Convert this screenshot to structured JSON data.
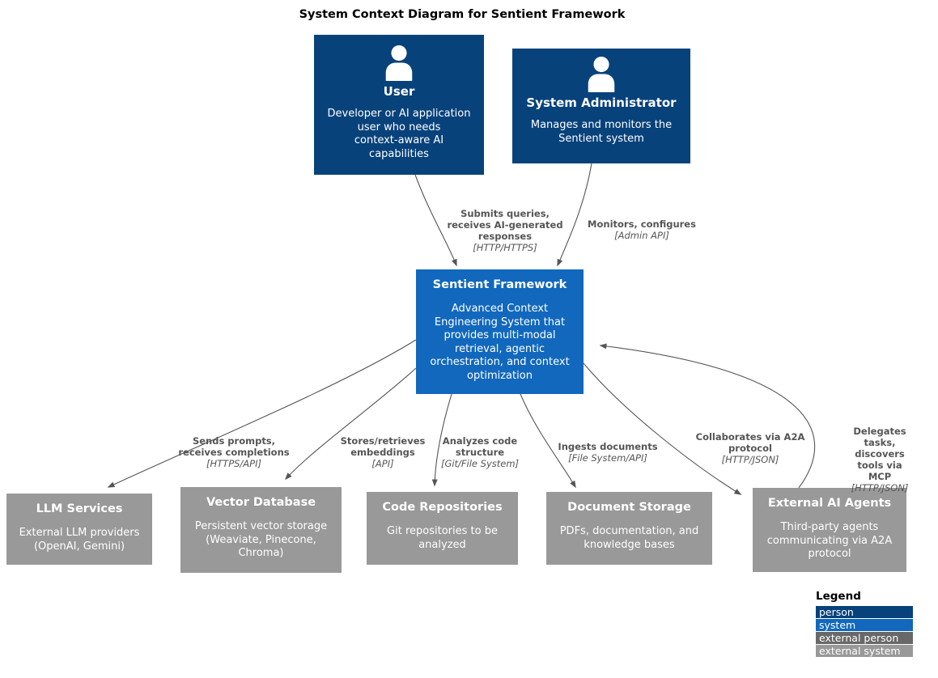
{
  "title": "System Context Diagram for Sentient Framework",
  "colors": {
    "person": "#08427B",
    "system": "#1168BD",
    "external_person": "#686868",
    "external_system": "#999999",
    "edge": "#555555",
    "edge_label": "#555555"
  },
  "nodes": {
    "user": {
      "name": "User",
      "description": "Developer or AI application\nuser who needs\ncontext-aware AI\ncapabilities"
    },
    "admin": {
      "name": "System Administrator",
      "description": "Manages and monitors the\nSentient system"
    },
    "sentient": {
      "name": "Sentient Framework",
      "description": "Advanced Context\nEngineering System that\nprovides multi-modal\nretrieval, agentic\norchestration, and context\noptimization"
    },
    "llm": {
      "name": "LLM Services",
      "description": "External LLM providers\n(OpenAI, Gemini)"
    },
    "vector": {
      "name": "Vector Database",
      "description": "Persistent vector storage\n(Weaviate, Pinecone,\nChroma)"
    },
    "code": {
      "name": "Code Repositories",
      "description": "Git repositories to be\nanalyzed"
    },
    "doc": {
      "name": "Document Storage",
      "description": "PDFs, documentation, and\nknowledge bases"
    },
    "agents": {
      "name": "External AI Agents",
      "description": "Third-party agents\ncommunicating via A2A\nprotocol"
    }
  },
  "edges": {
    "user_to_sentient": {
      "text": "Submits queries,\nreceives AI-generated\nresponses",
      "protocol": "[HTTP/HTTPS]"
    },
    "admin_to_sentient": {
      "text": "Monitors, configures",
      "protocol": "[Admin API]"
    },
    "sentient_to_llm": {
      "text": "Sends prompts,\nreceives completions",
      "protocol": "[HTTPS/API]"
    },
    "sentient_to_vector": {
      "text": "Stores/retrieves\nembeddings",
      "protocol": "[API]"
    },
    "sentient_to_code": {
      "text": "Analyzes code\nstructure",
      "protocol": "[Git/File System]"
    },
    "sentient_to_doc": {
      "text": "Ingests documents",
      "protocol": "[File System/API]"
    },
    "sentient_to_agents": {
      "text": "Collaborates via A2A\nprotocol",
      "protocol": "[HTTP/JSON]"
    },
    "agents_to_sentient": {
      "text": "Delegates tasks,\ndiscovers tools via\nMCP",
      "protocol": "[HTTP/JSON]"
    }
  },
  "legend": {
    "title": "Legend",
    "items": [
      {
        "label": "person",
        "color": "#08427B"
      },
      {
        "label": "system",
        "color": "#1168BD"
      },
      {
        "label": "external person",
        "color": "#686868"
      },
      {
        "label": "external system",
        "color": "#999999"
      }
    ]
  }
}
